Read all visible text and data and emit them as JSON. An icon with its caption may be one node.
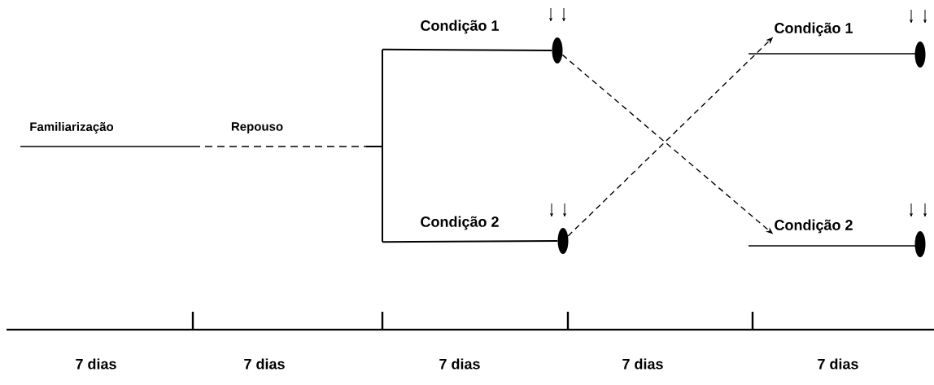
{
  "diagram": {
    "nodes": [
      {
        "text": [
          "Familiarização"
        ]
      },
      {
        "text": [
          "Repouso"
        ]
      },
      {
        "text": [
          "Condição 1"
        ]
      },
      {
        "text": [
          "Condição 2"
        ]
      },
      {
        "text": [],
        "shape": "ellipse"
      },
      {
        "text": [],
        "shape": "ellipse"
      },
      {
        "text": [
          "Condição 1"
        ]
      },
      {
        "text": [
          "Condição 2"
        ]
      },
      {
        "text": [],
        "shape": "ellipse"
      },
      {
        "text": [],
        "shape": "ellipse"
      },
      {
        "text": [],
        "shape": "bar"
      }
    ],
    "edges": [
      {
        "from": 10,
        "to": 4,
        "arrow": "none"
      },
      {
        "from": 10,
        "to": 5,
        "arrow": "none"
      },
      {
        "from": 4,
        "to": 7,
        "arrow": "to",
        "style": "dashed"
      },
      {
        "from": 5,
        "to": 6,
        "arrow": "to",
        "style": "dashed"
      }
    ],
    "labels": [
      "7 dias",
      "7 dias",
      "7 dias",
      "7 dias",
      "7 dias"
    ]
  }
}
